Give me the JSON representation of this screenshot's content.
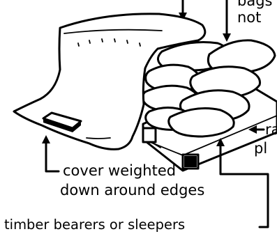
{
  "labels": {
    "bags_top": "bags",
    "bags_not": "not",
    "cover_line1": "cover weighted",
    "cover_line2": "down around edges",
    "pallet_line1": "ra",
    "pallet_line2": "pl",
    "bearers": "timber bearers or sleepers"
  }
}
